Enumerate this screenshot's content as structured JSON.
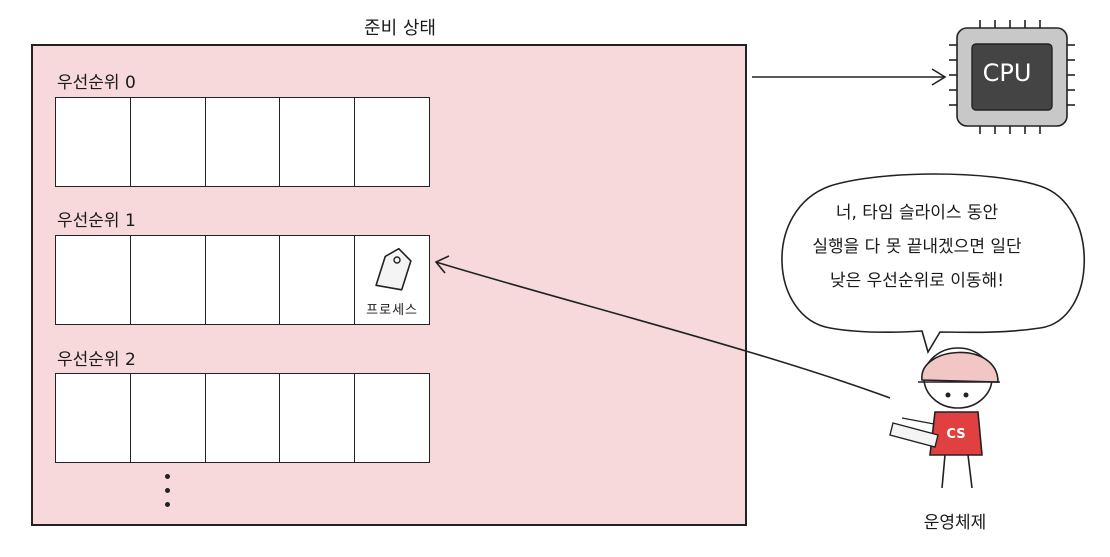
{
  "ready_queue": {
    "title": "준비 상태",
    "queues": [
      {
        "label": "우선순위 0",
        "slots": 5
      },
      {
        "label": "우선순위 1",
        "slots": 5,
        "process_label": "프로세스"
      },
      {
        "label": "우선순위 2",
        "slots": 5
      }
    ]
  },
  "cpu": {
    "label": "CPU"
  },
  "os": {
    "label": "운영체제",
    "badge": "CS",
    "speech": [
      "너, 타임 슬라이스 동안",
      "실행을 다 못 끝내겠으면 일단",
      "낮은 우선순위로 이동해!"
    ]
  },
  "colors": {
    "queue_bg": "#f7d9dc",
    "cpu_chip": "#444444",
    "cpu_frame": "#c8c8c8",
    "os_shirt": "#e04040",
    "os_helmet": "#f3c6c6"
  },
  "icons": [
    "tag-icon",
    "cpu-icon",
    "arrow-icon",
    "ellipsis-icon",
    "os-character-icon"
  ]
}
